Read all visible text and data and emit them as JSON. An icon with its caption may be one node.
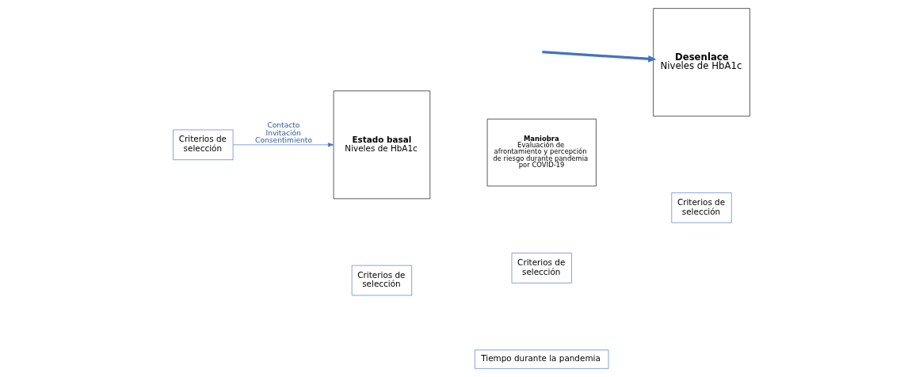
{
  "diagram": {
    "nodes": [
      {
        "text": [
          "Criterios de selección"
        ]
      },
      {
        "text": [
          "Estado basal",
          "Niveles de HbA1c"
        ]
      },
      {
        "text": [
          "Maniobra",
          "Evaluación de afrontamiento y percepción de riesgo durante pandemia por COVID-19"
        ]
      },
      {
        "text": [
          "Desenlace",
          "Niveles de HbA1c"
        ]
      },
      {
        "text": [
          "Criterios de selección"
        ]
      },
      {
        "text": [
          "Criterios de selección"
        ]
      },
      {
        "text": [
          "Criterios de selección"
        ]
      },
      {
        "text": [
          "Tiempo durante la pandemia"
        ]
      }
    ],
    "edges": [
      {
        "from": 0,
        "to": 1,
        "arrow": "to",
        "label": "Contacto Invitación Consentimiento"
      },
      {
        "from": null,
        "to": 3,
        "arrow": "to",
        "style": "thick"
      }
    ]
  }
}
